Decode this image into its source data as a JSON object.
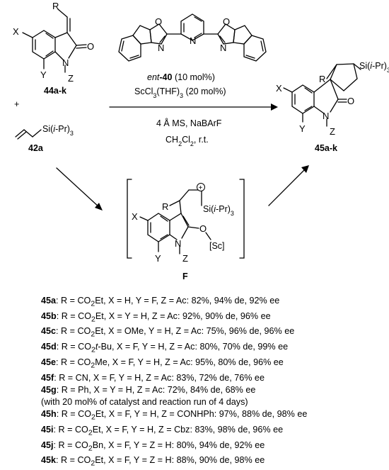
{
  "scheme": {
    "reactant_main": {
      "compound_id": "44a-k",
      "substituents": [
        "R",
        "X",
        "Y",
        "Z"
      ],
      "atoms": [
        "N",
        "O"
      ]
    },
    "plus": "+",
    "reactant_allyl": {
      "compound_id": "42a",
      "group": "Si(i-Pr)3"
    },
    "catalyst": {
      "ligand_prefix": "ent",
      "ligand_id": "-40",
      "ligand_amount": "(10 mol%)",
      "lewis_acid": "ScCl3(THF)3 (20 mol%)"
    },
    "conditions": {
      "additives": "4 Å MS, NaBArF",
      "solvent": "CH2Cl2, r.t."
    },
    "ligand_atoms": [
      "N",
      "O"
    ],
    "product": {
      "compound_id": "45a-k",
      "substituents": [
        "R",
        "X",
        "Y",
        "Z"
      ],
      "group": "Si(i-Pr)3",
      "atoms": [
        "N",
        "O"
      ]
    },
    "intermediate": {
      "compound_id": "F",
      "substituents": [
        "R",
        "X",
        "Y",
        "Z"
      ],
      "group": "Si(i-Pr)3",
      "charge": "+",
      "metal": "[Sc]",
      "atoms": [
        "N",
        "O"
      ]
    }
  },
  "results": [
    {
      "id": "45a",
      "text": ": R = CO2Et, X = H, Y = F, Z = Ac: 82%, 94% de, 92% ee"
    },
    {
      "id": "45b",
      "text": ": R = CO2Et, X = Y = H, Z = Ac: 92%, 90% de, 96% ee"
    },
    {
      "id": "45c",
      "text": ": R = CO2Et, X = OMe, Y = H, Z = Ac: 75%, 96% de, 96% ee"
    },
    {
      "id": "45d",
      "text": ": R = CO2t-Bu, X = F, Y = H, Z = Ac: 80%, 70% de, 99% ee"
    },
    {
      "id": "45e",
      "text": ": R = CO2Me, X = F, Y = H, Z = Ac: 95%, 80% de, 96% ee"
    },
    {
      "id": "45f",
      "text": ": R = CN, X = F, Y = H, Z = Ac: 83%, 72% de, 76% ee"
    },
    {
      "id": "45g",
      "text": ": R = Ph, X = Y = H, Z = Ac: 72%, 84% de, 68% ee"
    },
    {
      "id": "",
      "text": "(with 20 mol% of catalyst and reaction run of 4 days)"
    },
    {
      "id": "45h",
      "text": ": R = CO2Et, X = F, Y = H, Z = CONHPh: 97%, 88% de, 98% ee"
    },
    {
      "id": "45i",
      "text": ": R = CO2Et, X = F, Y = H, Z = Cbz: 83%, 98% de, 96% ee"
    },
    {
      "id": "45j",
      "text": ": R = CO2Bn, X = F, Y = Z = H: 80%, 94% de, 92% ee"
    },
    {
      "id": "45k",
      "text": ": R = CO2Et, X = F, Y = Z = H: 88%, 90% de, 98% ee"
    }
  ]
}
